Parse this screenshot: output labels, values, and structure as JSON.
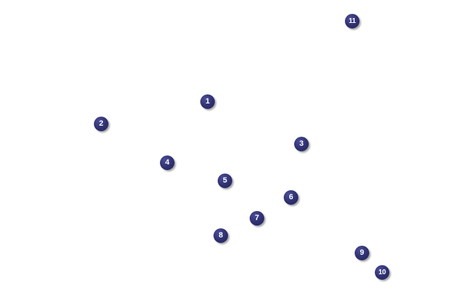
{
  "markers": [
    {
      "label": "1"
    },
    {
      "label": "2"
    },
    {
      "label": "3"
    },
    {
      "label": "4"
    },
    {
      "label": "5"
    },
    {
      "label": "6"
    },
    {
      "label": "7"
    },
    {
      "label": "8"
    },
    {
      "label": "9"
    },
    {
      "label": "10"
    },
    {
      "label": "11"
    }
  ],
  "colors": {
    "marker_fill": "#2e2f6e",
    "marker_text": "#ffffff",
    "background": "#ffffff"
  }
}
